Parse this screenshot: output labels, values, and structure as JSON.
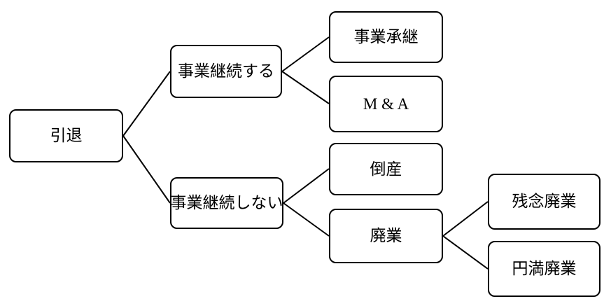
{
  "diagram": {
    "type": "decision-tree",
    "nodes": {
      "root": {
        "label": "引退"
      },
      "continue": {
        "label": "事業継続する"
      },
      "succession": {
        "label": "事業承継"
      },
      "ma": {
        "label": "M & A"
      },
      "notcontinue": {
        "label": "事業継続しない"
      },
      "bankruptcy": {
        "label": "倒産"
      },
      "closure": {
        "label": "廃業"
      },
      "regret": {
        "label": "残念廃業"
      },
      "amicable": {
        "label": "円満廃業"
      }
    },
    "edges": [
      {
        "from": "引退",
        "to": "事業継続する"
      },
      {
        "from": "引退",
        "to": "事業継続しない"
      },
      {
        "from": "事業継続する",
        "to": "事業承継"
      },
      {
        "from": "事業継続する",
        "to": "M & A"
      },
      {
        "from": "事業継続しない",
        "to": "倒産"
      },
      {
        "from": "事業継続しない",
        "to": "廃業"
      },
      {
        "from": "廃業",
        "to": "残念廃業"
      },
      {
        "from": "廃業",
        "to": "円満廃業"
      }
    ],
    "colors": {
      "background": "#ffffff",
      "box_fill": "#ffffff",
      "box_border": "#000000",
      "line": "#000000",
      "text": "#000000"
    }
  }
}
